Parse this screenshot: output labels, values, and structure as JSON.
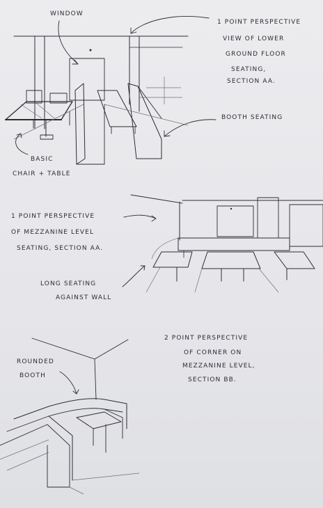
{
  "sketch1": {
    "window_label": "Window",
    "title_lines": [
      "1 Point Perspective",
      "View of Lower",
      "Ground Floor",
      "Seating,",
      "Section AA."
    ],
    "booth_label": "Booth Seating",
    "chair_label_lines": [
      "Basic",
      "Chair + Table"
    ]
  },
  "sketch2": {
    "title_lines": [
      "1 Point Perspective",
      "of Mezzanine Level",
      "Seating, Section AA."
    ],
    "long_label_lines": [
      "Long Seating",
      "Against Wall"
    ]
  },
  "sketch3": {
    "title_lines": [
      "2 Point Perspective",
      "of Corner on",
      "Mezzanine Level,",
      "Section BB."
    ],
    "booth_label_lines": [
      "Rounded",
      "Booth"
    ]
  }
}
